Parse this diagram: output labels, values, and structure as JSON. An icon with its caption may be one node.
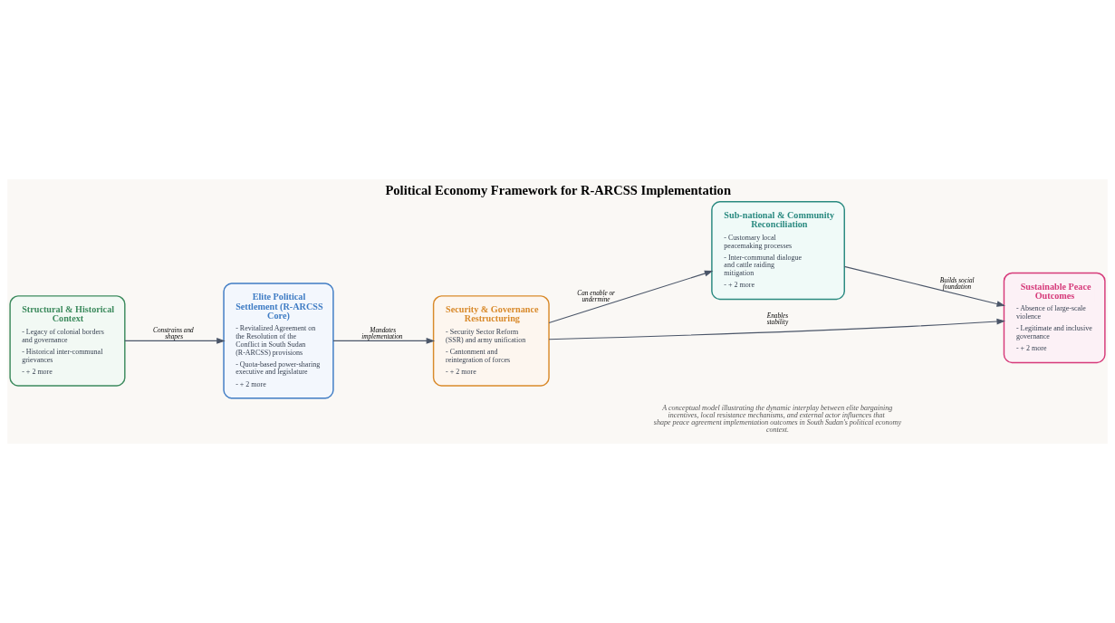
{
  "diagram": {
    "title": "Political Economy Framework for R-ARCSS Implementation",
    "caption": "A conceptual model illustrating the dynamic interplay between elite bargaining incentives, local resistance mechanisms, and external actor influences that shape peace agreement implementation outcomes in South Sudan's political economy context.",
    "nodes": [
      {
        "text": [
          "Structural & Historical Context",
          "- Legacy of colonial borders and governance",
          "- Historical inter-communal grievances",
          "- + 2 more"
        ]
      },
      {
        "text": [
          "Elite Political Settlement (R-ARCSS Core)",
          "- Revitalized Agreement on the Resolution of the Conflict in South Sudan (R-ARCSS) provisions",
          "- Quota-based power-sharing executive and legislature",
          "- + 2 more"
        ]
      },
      {
        "text": [
          "Security & Governance Restructuring",
          "- Security Sector Reform (SSR) and army unification",
          "- Cantonment and reintegration of forces",
          "- + 2 more"
        ]
      },
      {
        "text": [
          "Sub-national & Community Reconciliation",
          "- Customary local peacemaking processes",
          "- Inter-communal dialogue and cattle raiding mitigation",
          "- + 2 more"
        ]
      },
      {
        "text": [
          "Sustainable Peace Outcomes",
          "- Absence of large-scale violence",
          "- Legitimate and inclusive governance",
          "- + 2 more"
        ]
      }
    ],
    "edges": [
      {
        "from": 0,
        "to": 1,
        "arrow": "to",
        "label": "Constrains and shapes"
      },
      {
        "from": 1,
        "to": 2,
        "arrow": "to",
        "label": "Mandates implementation"
      },
      {
        "from": 2,
        "to": 3,
        "arrow": "to",
        "label": "Can enable or undermine"
      },
      {
        "from": 2,
        "to": 4,
        "arrow": "to",
        "label": "Enables stability"
      },
      {
        "from": 3,
        "to": 4,
        "arrow": "to",
        "label": "Builds social foundation"
      }
    ]
  }
}
